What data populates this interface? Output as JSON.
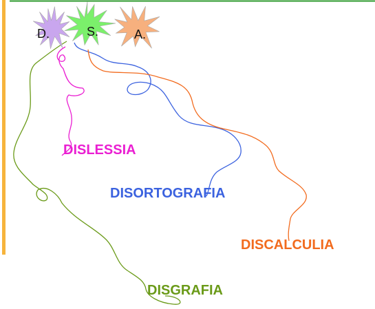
{
  "stars": [
    {
      "id": "d",
      "label": "D.",
      "color": "#c9a6ee"
    },
    {
      "id": "s",
      "label": "S.",
      "color": "#7bf06b"
    },
    {
      "id": "a",
      "label": "A.",
      "color": "#f7b07e"
    }
  ],
  "branches": [
    {
      "id": "dislessia",
      "label": "DISLESSIA",
      "color": "#ea1fd2"
    },
    {
      "id": "disortografia",
      "label": "DISORTOGRAFIA",
      "color": "#3b62df"
    },
    {
      "id": "discalculia",
      "label": "DISCALCULIA",
      "color": "#f26b1e"
    },
    {
      "id": "disgrafia",
      "label": "DISGRAFIA",
      "color": "#6a9a18"
    }
  ],
  "frame": {
    "top_line_color": "#2e9a2e",
    "left_bar_color": "#f6b43c"
  }
}
